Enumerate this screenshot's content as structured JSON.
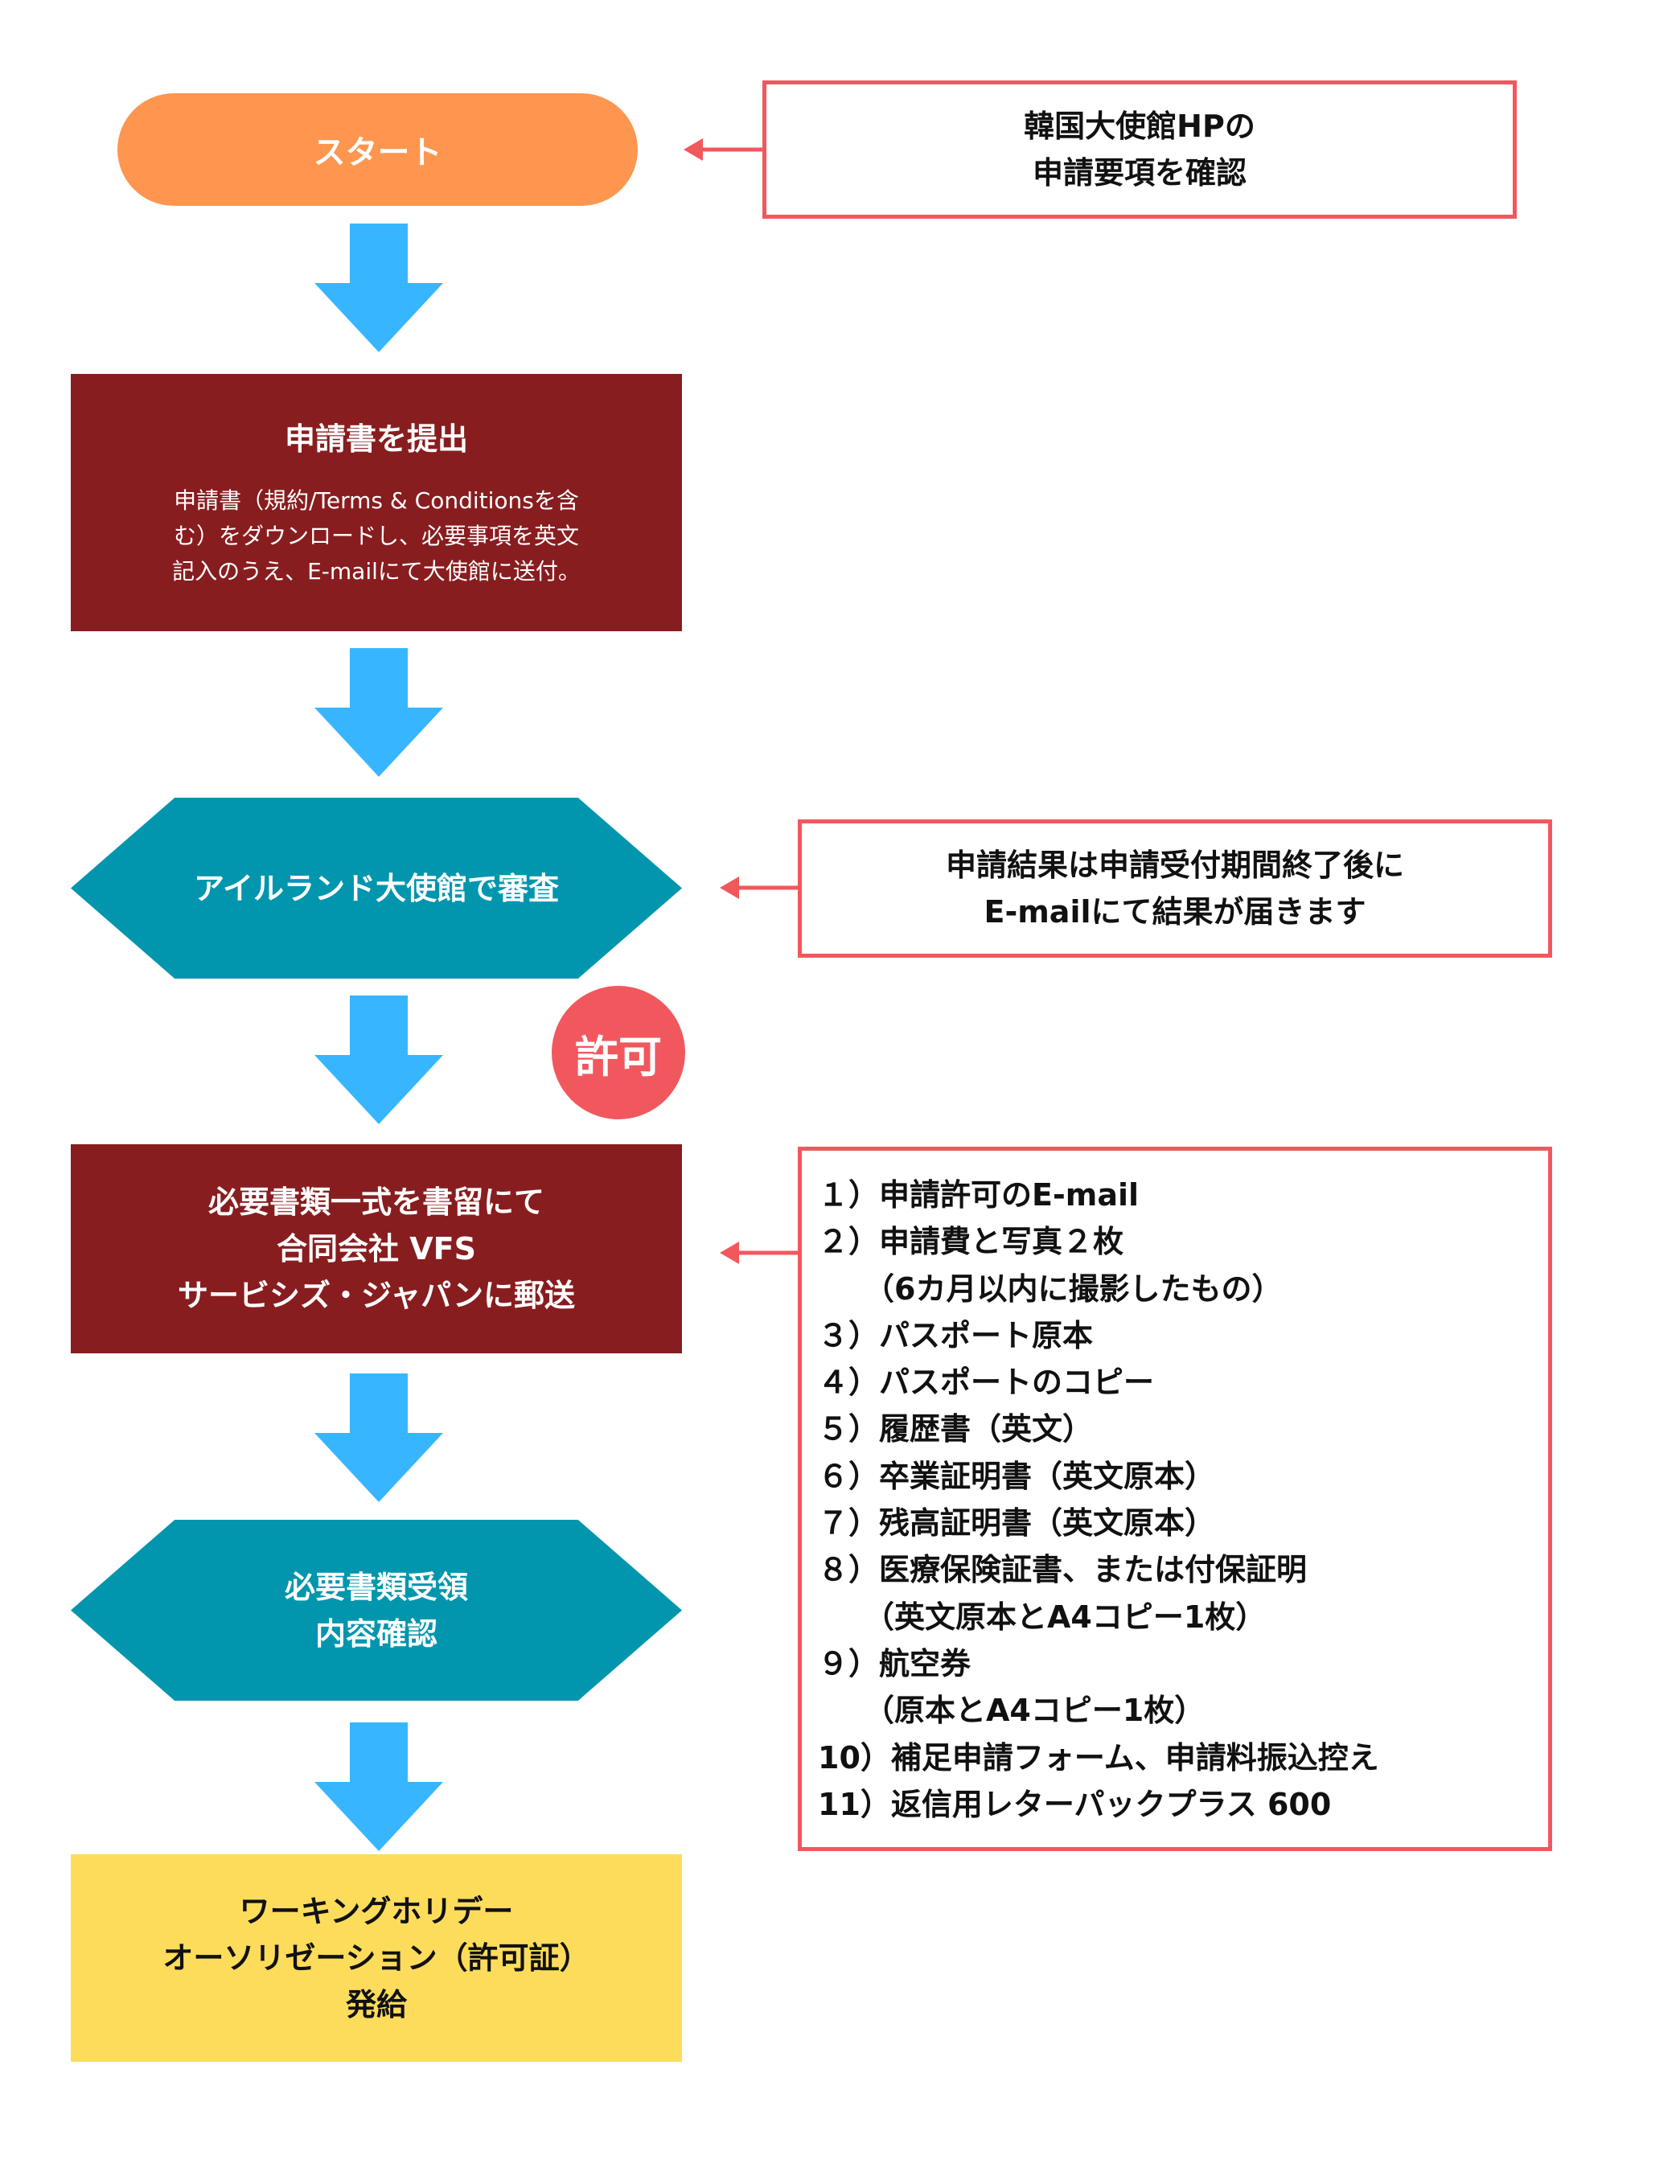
{
  "start": {
    "label": "スタート"
  },
  "start_note": {
    "lines": [
      "韓国大使館HPの",
      "申請要項を確認"
    ]
  },
  "submit_box": {
    "title": "申請書を提出",
    "body": "申請書（規約/Terms & Conditionsを含\nむ）をダウンロードし、必要事項を英文\n記入のうえ、E-mailにて大使館に送付。"
  },
  "review": {
    "label": "アイルランド大使館で審査"
  },
  "review_note": {
    "lines": [
      "申請結果は申請受付期間終了後に",
      "E-mailにて結果が届きます"
    ]
  },
  "permit_badge": {
    "label": "許可"
  },
  "mail_box": {
    "lines": [
      "必要書類一式を書留にて",
      "合同会社 VFS",
      "サービシズ・ジャパンに郵送"
    ]
  },
  "requirements": {
    "items": [
      "１）申請許可のE-mail",
      "２）申請費と写真２枚",
      "　　（6カ月以内に撮影したもの）",
      "３）パスポート原本",
      "４）パスポートのコピー",
      "５）履歴書（英文）",
      "６）卒業証明書（英文原本）",
      "７）残高証明書（英文原本）",
      "８）医療保険証書、または付保証明",
      "　　（英文原本とA4コピー1枚）",
      "９）航空券",
      "　　（原本とA4コピー1枚）",
      "10）補足申請フォーム、申請料振込控え",
      "11）返信用レターパックプラス 600"
    ]
  },
  "receive": {
    "lines": [
      "必要書類受領",
      "内容確認"
    ]
  },
  "final_box": {
    "lines": [
      "ワーキングホリデー",
      "オーソリゼーション（許可証）",
      "発給"
    ]
  },
  "colors": {
    "start": "#fe9650",
    "dark_red": "#881d1f",
    "teal": "#0296ae",
    "note_border": "#f1585e",
    "arrow_blue": "#37b6ff",
    "final_yellow": "#fedc5b"
  }
}
